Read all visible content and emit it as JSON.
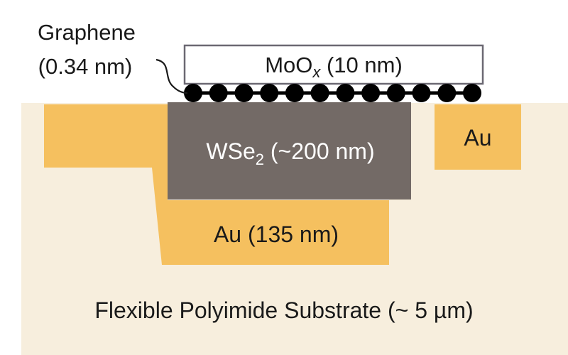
{
  "labels": {
    "graphene_name": "Graphene",
    "graphene_thickness": "(0.34 nm)",
    "moox_base": "MoO",
    "moox_subscript": "x",
    "moox_thickness": " (10 nm)",
    "wse2_base": "WSe",
    "wse2_subscript": "2",
    "wse2_thickness": " (~200 nm)",
    "au_right": "Au",
    "au_bottom": "Au (135 nm)",
    "substrate": "Flexible Polyimide Substrate (~ 5 µm)"
  },
  "colors": {
    "substrate": "#f7eedd",
    "gold": "#f5c05f",
    "wse2": "#736a66",
    "moox_fill": "#ffffff",
    "moox_border": "#6b6872",
    "graphene_atom": "#000000",
    "text_dark": "#1a1a1a",
    "text_light": "#ffffff"
  },
  "graphene_atom_count": 12
}
